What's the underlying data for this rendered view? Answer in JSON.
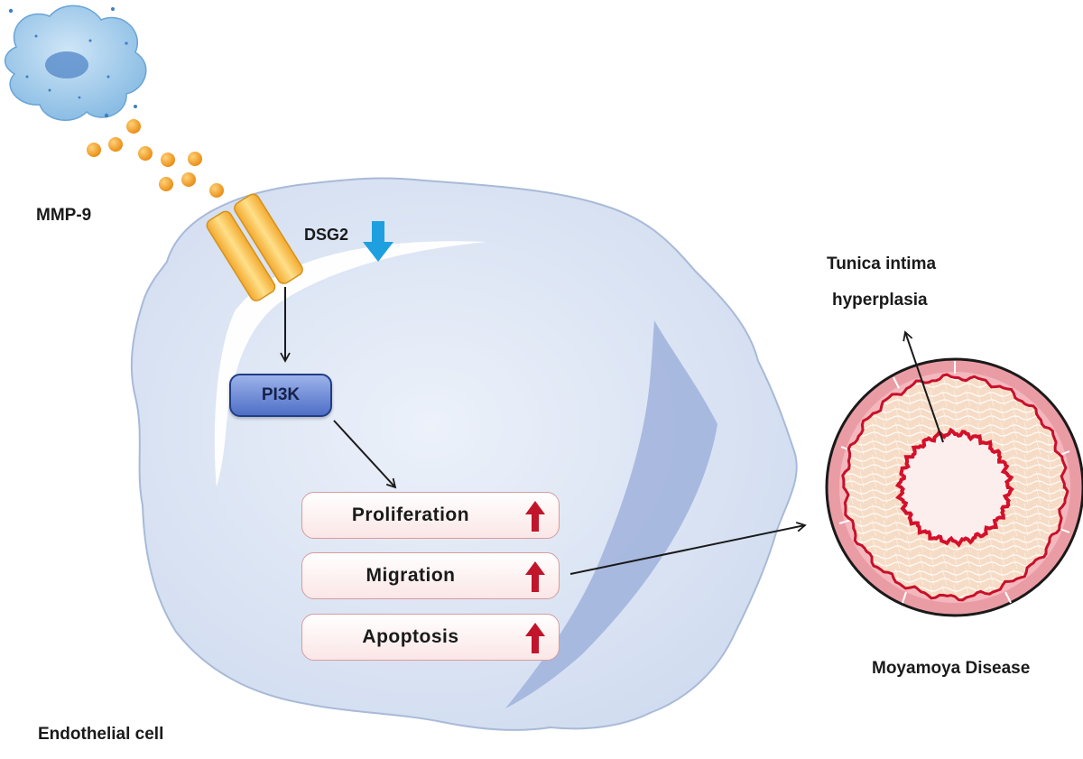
{
  "labels": {
    "mmp9": "MMP-9",
    "dsg2": "DSG2",
    "pi3k": "PI3K",
    "endothelial_cell": "Endothelial cell",
    "tunica_line1": "Tunica intima",
    "tunica_line2": "hyperplasia",
    "moyamoya": "Moyamoya Disease"
  },
  "outcomes": [
    {
      "label": "Proliferation",
      "direction": "up"
    },
    {
      "label": "Migration",
      "direction": "up"
    },
    {
      "label": "Apoptosis",
      "direction": "up"
    }
  ],
  "dsg2_direction": "down",
  "colors": {
    "cell_fill": "#dde6f4",
    "cell_outline": "#a8bad8",
    "mmp9_particles": "#f0a030",
    "receptor": "#f7c250",
    "pi3k": "#5c7ecf",
    "up_arrow": "#c0152a",
    "down_arrow": "#1ea0e0",
    "vessel_wall": "#f4d3b8",
    "vessel_lumen_border": "#d4102a"
  }
}
